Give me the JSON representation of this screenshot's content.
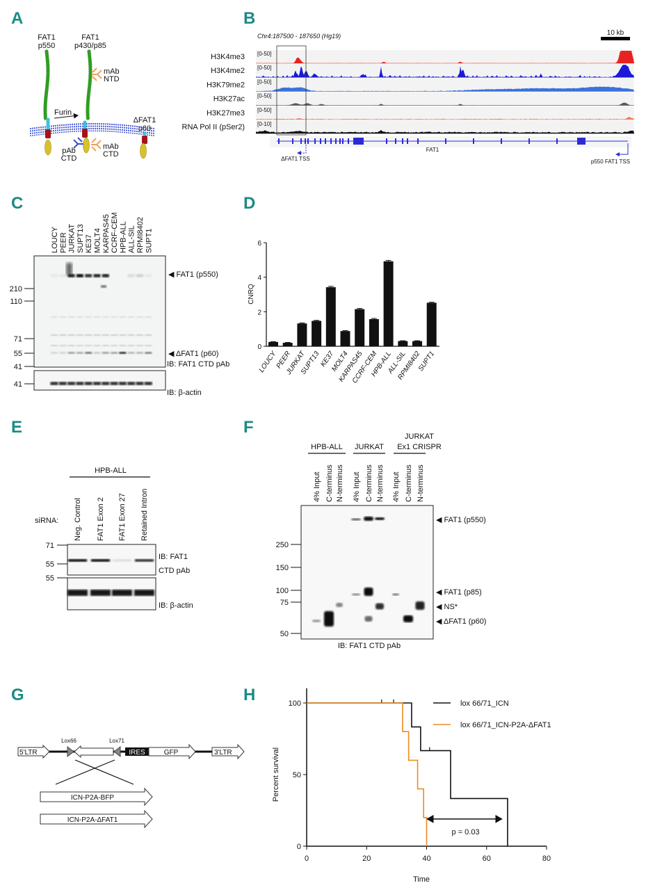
{
  "panel_labels": [
    "A",
    "B",
    "C",
    "D",
    "E",
    "F",
    "G",
    "H"
  ],
  "panel_a": {
    "p550_name": "FAT1",
    "p550_label": "p550",
    "p430_name": "FAT1",
    "p430_label": "p430/p85",
    "dfat1_name": "ΔFAT1",
    "dfat1_label": "p60",
    "furin": "Furin",
    "mab_ntd": [
      "mAb",
      "NTD"
    ],
    "pab_ctd": [
      "pAb",
      "CTD"
    ],
    "mab_ctd": [
      "mAb",
      "CTD"
    ],
    "colors": {
      "ecto": "#2fa61f",
      "cyan": "#3cc0e0",
      "tm": "#a3141a",
      "cyto": "#d9c12a",
      "membrane": "#2238c8",
      "mab": "#f2a05a",
      "pab": "#3a4bd0"
    }
  },
  "panel_b": {
    "region": "Chr4:187500 - 187650 (Hg19)",
    "scale_bar": "10 kb",
    "tracks": [
      {
        "name": "H3K4me3",
        "range": "[0-50]",
        "color": "#e8231f"
      },
      {
        "name": "H3K4me2",
        "range": "[0-50]",
        "color": "#1a1ad8"
      },
      {
        "name": "H3K79me2",
        "range": "[0-50]",
        "color": "#3a72dc"
      },
      {
        "name": "H3K27ac",
        "range": "[0-50]",
        "color": "#5a5a5a"
      },
      {
        "name": "H3K27me3",
        "range": "[0-50]",
        "color": "#f07a5c"
      },
      {
        "name": "RNA Pol II (pSer2)",
        "range": "[0-10]",
        "color": "#111111"
      }
    ],
    "gene": "FAT1",
    "dfat1_tss": "ΔFAT1 TSS",
    "p550_tss": "p550 FAT1 TSS",
    "gene_color": "#2b2bd6"
  },
  "panel_c": {
    "lanes": [
      "LOUCY",
      "PEER",
      "JURKAT",
      "SUPT13",
      "KE37",
      "MOLT4",
      "KARPAS45",
      "CCRF-CEM",
      "HPB-ALL",
      "ALL-SIL",
      "RPMI8402",
      "SUPT1"
    ],
    "markers": [
      "210",
      "110",
      "71",
      "55",
      "41"
    ],
    "actin_marker": "41",
    "band_p550": "FAT1 (p550)",
    "band_p60": "ΔFAT1 (p60)",
    "ib_main": "IB: FAT1 CTD pAb",
    "ib_actin": "IB: β-actin"
  },
  "panel_e": {
    "group": "HPB-ALL",
    "sirna_label": "siRNA:",
    "lanes": [
      "Neg. Control",
      "FAT1 Exon 2",
      "FAT1 Exon 27",
      "Retained Intron"
    ],
    "markers_top": [
      "71",
      "55"
    ],
    "marker_bottom": "55",
    "ib_main_1": "IB: FAT1",
    "ib_main_2": "CTD pAb",
    "ib_actin": "IB: β-actin"
  },
  "panel_f": {
    "groups": [
      {
        "lines": [
          "HPB-ALL"
        ]
      },
      {
        "lines": [
          "JURKAT"
        ]
      },
      {
        "lines": [
          "JURKAT",
          "Ex1 CRISPR"
        ]
      }
    ],
    "lanes": [
      "4% Input",
      "C-terminus",
      "N-terminus",
      "4% Input",
      "C-terminus",
      "N-terminus",
      "4% Input",
      "C-terminus",
      "N-terminus"
    ],
    "markers": [
      "250",
      "150",
      "100",
      "75",
      "50"
    ],
    "bands": [
      "FAT1 (p550)",
      "FAT1 (p85)",
      "NS*",
      "ΔFAT1 (p60)"
    ],
    "ib": "IB: FAT1 CTD pAb"
  },
  "panel_g": {
    "ltr5": "5'LTR",
    "lox66": "Lox66",
    "lox71": "Lox71",
    "ires": "IRES",
    "gfp": "GFP",
    "ltr3": "3'LTR",
    "insert1": "ICN-P2A-BFP",
    "insert2": "ICN-P2A-ΔFAT1"
  },
  "chart_data": [
    {
      "panel": "D",
      "type": "bar",
      "categories": [
        "LOUCY",
        "PEER",
        "JURKAT",
        "SUPT13",
        "KE37",
        "MOLT4",
        "KARPAS45",
        "CCRF-CEM",
        "HPB-ALL",
        "ALL-SIL",
        "RPMI8402",
        "SUPT1"
      ],
      "values": [
        0.25,
        0.2,
        1.32,
        1.47,
        3.42,
        0.88,
        2.15,
        1.57,
        4.92,
        0.3,
        0.3,
        2.52
      ],
      "errors": [
        0.02,
        0.02,
        0.03,
        0.03,
        0.05,
        0.03,
        0.04,
        0.04,
        0.05,
        0.02,
        0.02,
        0.03
      ],
      "title": "",
      "xlabel": "",
      "ylabel": "CNRQ",
      "ylim": [
        0,
        6
      ],
      "yticks": [
        "0",
        "2",
        "4",
        "6"
      ],
      "color": "#111111"
    },
    {
      "panel": "H",
      "type": "line",
      "subtype": "kaplan-meier",
      "xlabel": "Time",
      "ylabel": "Percent survival",
      "xlim": [
        0,
        80
      ],
      "ylim": [
        0,
        100
      ],
      "xticks": [
        "0",
        "20",
        "40",
        "60",
        "80"
      ],
      "yticks": [
        "0",
        "50",
        "100"
      ],
      "legend_position": "top-right",
      "series": [
        {
          "name": "lox 66/71_ICN",
          "color": "#111111",
          "steps": [
            [
              0,
              100
            ],
            [
              35,
              83.3
            ],
            [
              38,
              66.7
            ],
            [
              48,
              33.3
            ],
            [
              67,
              0
            ]
          ],
          "censored": [
            [
              25,
              100
            ],
            [
              29,
              100
            ],
            [
              41,
              66.7
            ]
          ]
        },
        {
          "name": "lox 66/71_ICN-P2A-ΔFAT1",
          "color": "#ef8a1e",
          "steps": [
            [
              0,
              100
            ],
            [
              32,
              80
            ],
            [
              34,
              60
            ],
            [
              37,
              40
            ],
            [
              39,
              20
            ],
            [
              40,
              0
            ]
          ],
          "censored": []
        }
      ],
      "annotation": "p = 0.03",
      "annotation_range": [
        42,
        65
      ]
    }
  ]
}
